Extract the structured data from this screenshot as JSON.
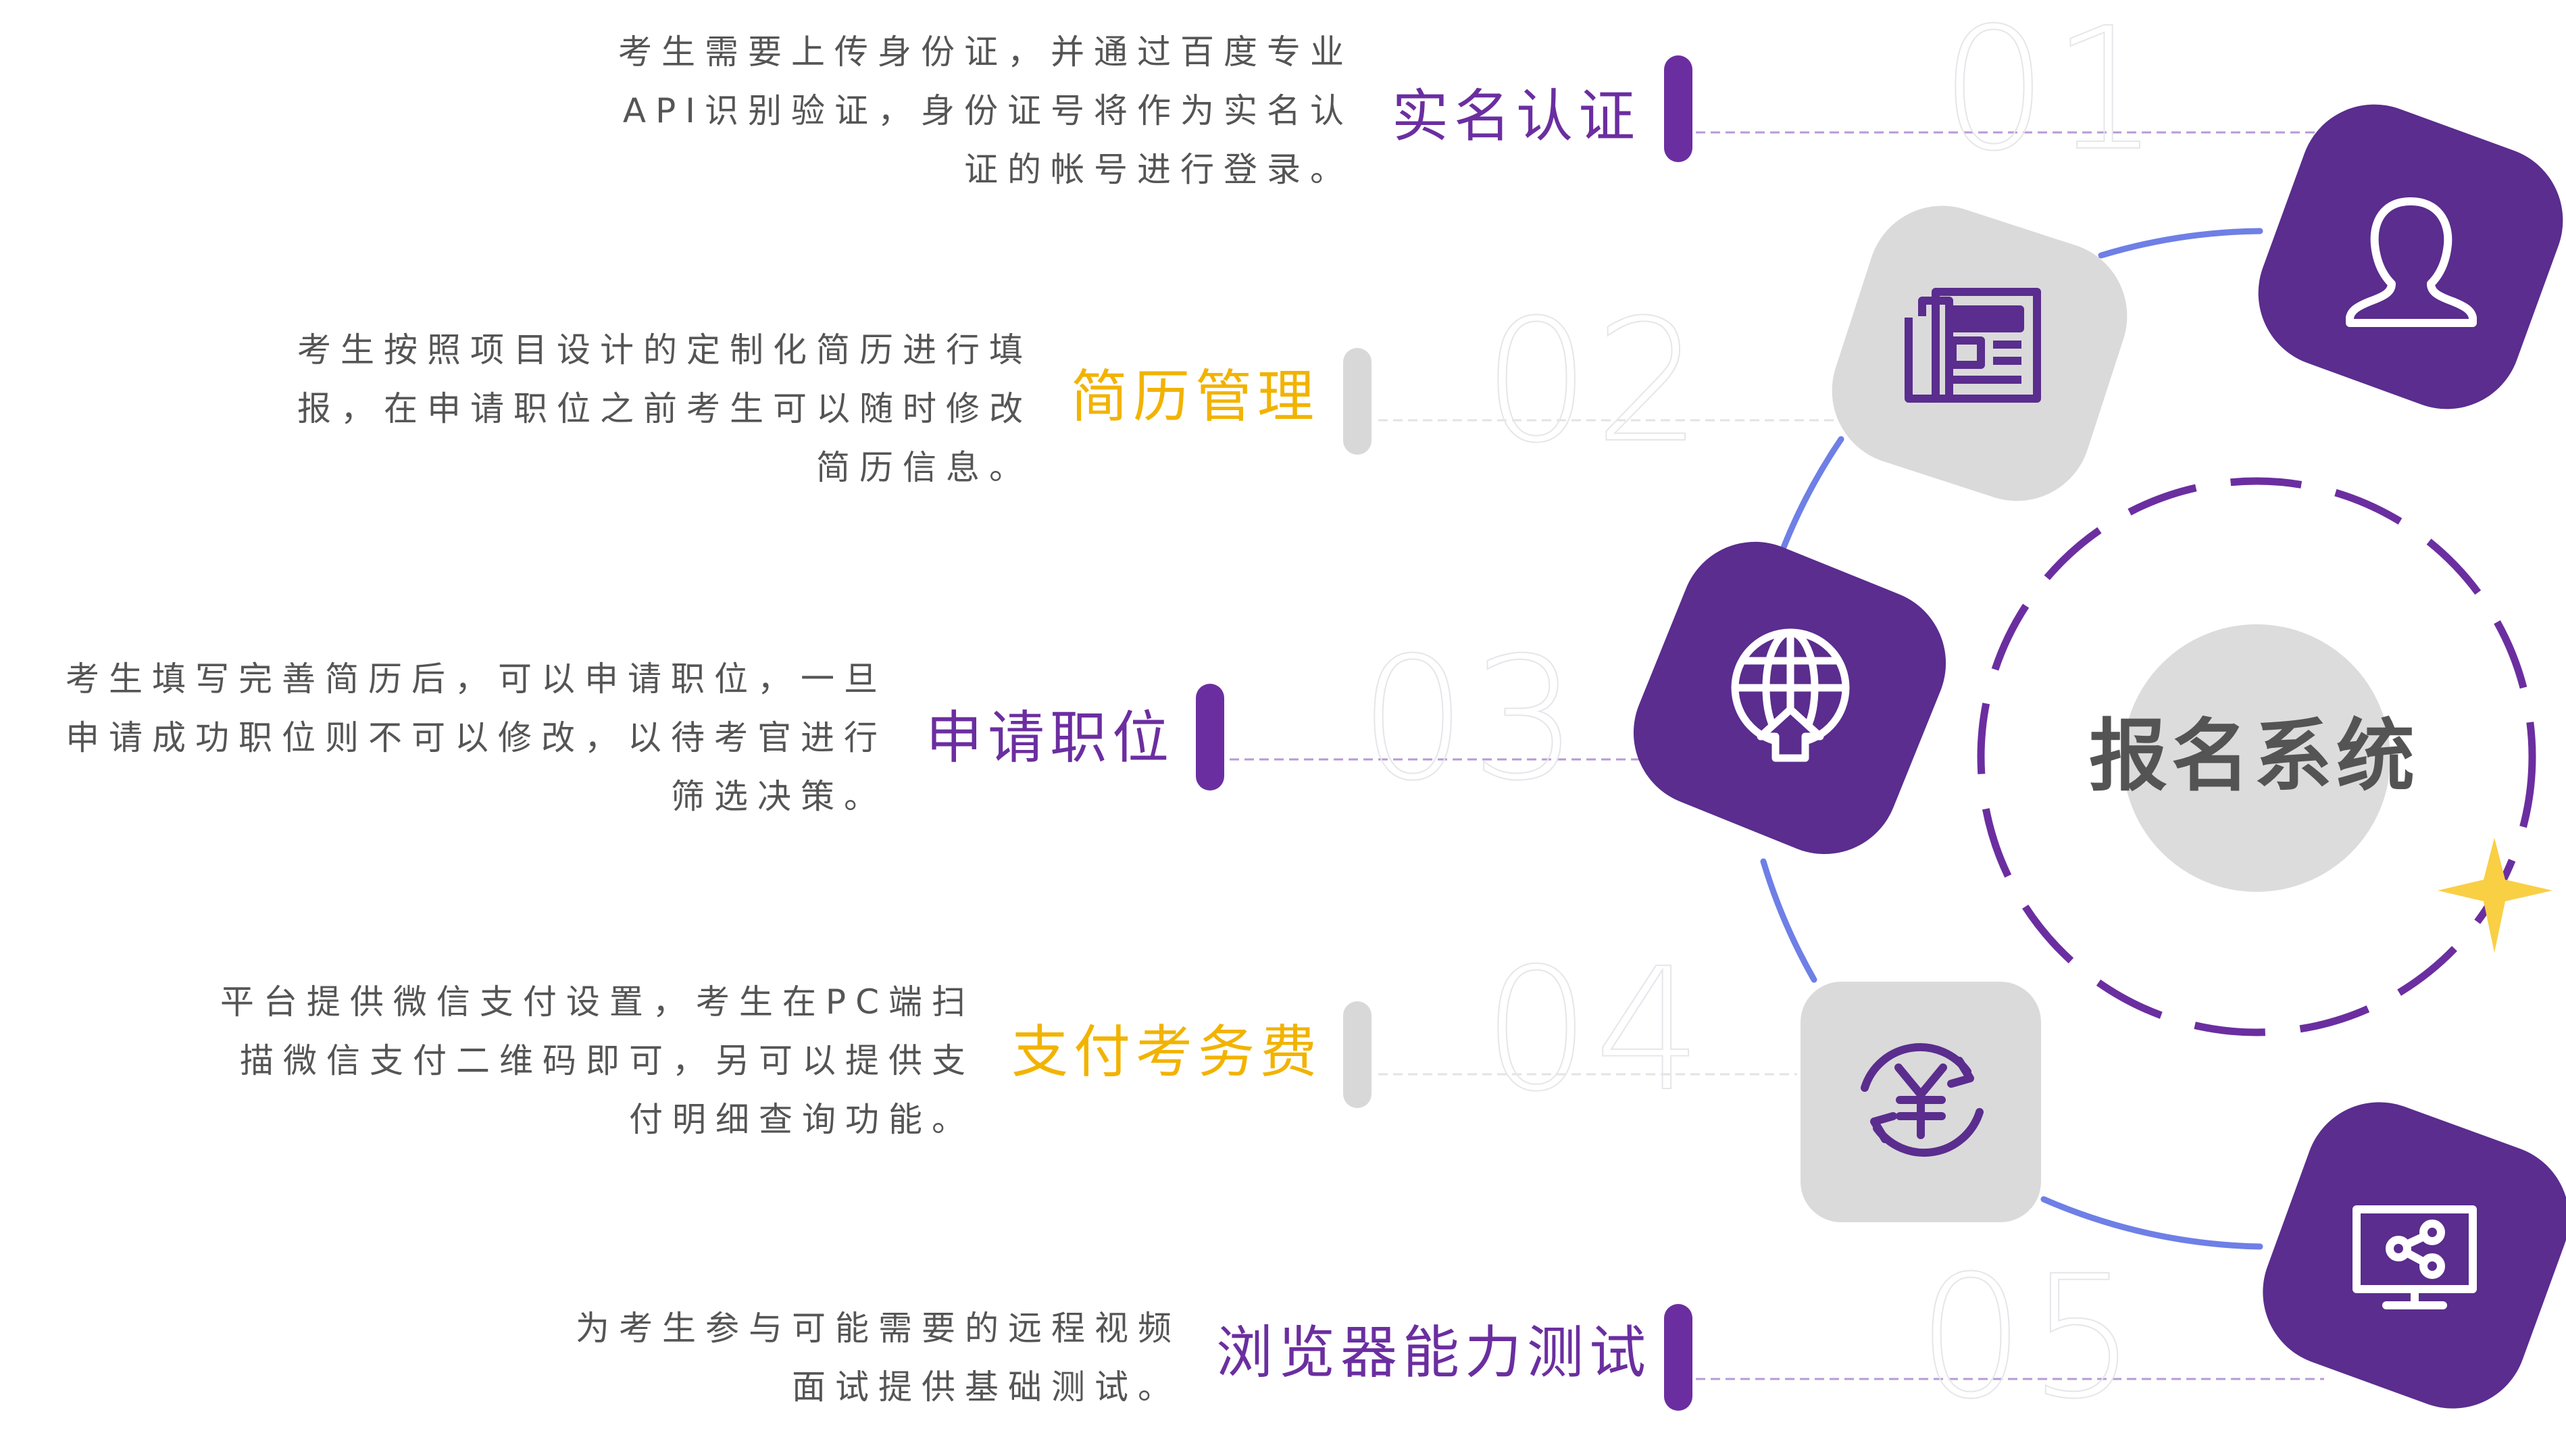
{
  "colors": {
    "purple": "#5a2d8e",
    "purple_title": "#6b2ea0",
    "orange": "#f2b300",
    "gray_tile": "#dadada",
    "blue_arc": "#6e7fe6",
    "star": "#f9cf44"
  },
  "center": {
    "title": "报名系统"
  },
  "steps": [
    {
      "number": "01",
      "title": "实名认证",
      "title_color": "purple",
      "lines": [
        "考生需要上传身份证，并通过百度专业",
        "API识别验证，身份证号将作为实名认",
        "证的帐号进行登录。"
      ],
      "icon": "user-icon",
      "tile": "purple"
    },
    {
      "number": "02",
      "title": "简历管理",
      "title_color": "orange",
      "lines": [
        "考生按照项目设计的定制化简历进行填",
        "报，在申请职位之前考生可以随时修改",
        "简历信息。"
      ],
      "icon": "newspaper-icon",
      "tile": "gray"
    },
    {
      "number": "03",
      "title": "申请职位",
      "title_color": "purple",
      "lines": [
        "考生填写完善简历后，可以申请职位，一旦",
        "申请成功职位则不可以修改，以待考官进行",
        "筛选决策。"
      ],
      "icon": "globe-upload-icon",
      "tile": "purple"
    },
    {
      "number": "04",
      "title": "支付考务费",
      "title_color": "orange",
      "lines": [
        "平台提供微信支付设置，考生在PC端扫",
        "描微信支付二维码即可，另可以提供支",
        "付明细查询功能。"
      ],
      "icon": "yuan-exchange-icon",
      "tile": "gray"
    },
    {
      "number": "05",
      "title": "浏览器能力测试",
      "title_color": "purple",
      "lines": [
        "为考生参与可能需要的远程视频",
        "面试提供基础测试。"
      ],
      "icon": "monitor-share-icon",
      "tile": "purple"
    }
  ]
}
